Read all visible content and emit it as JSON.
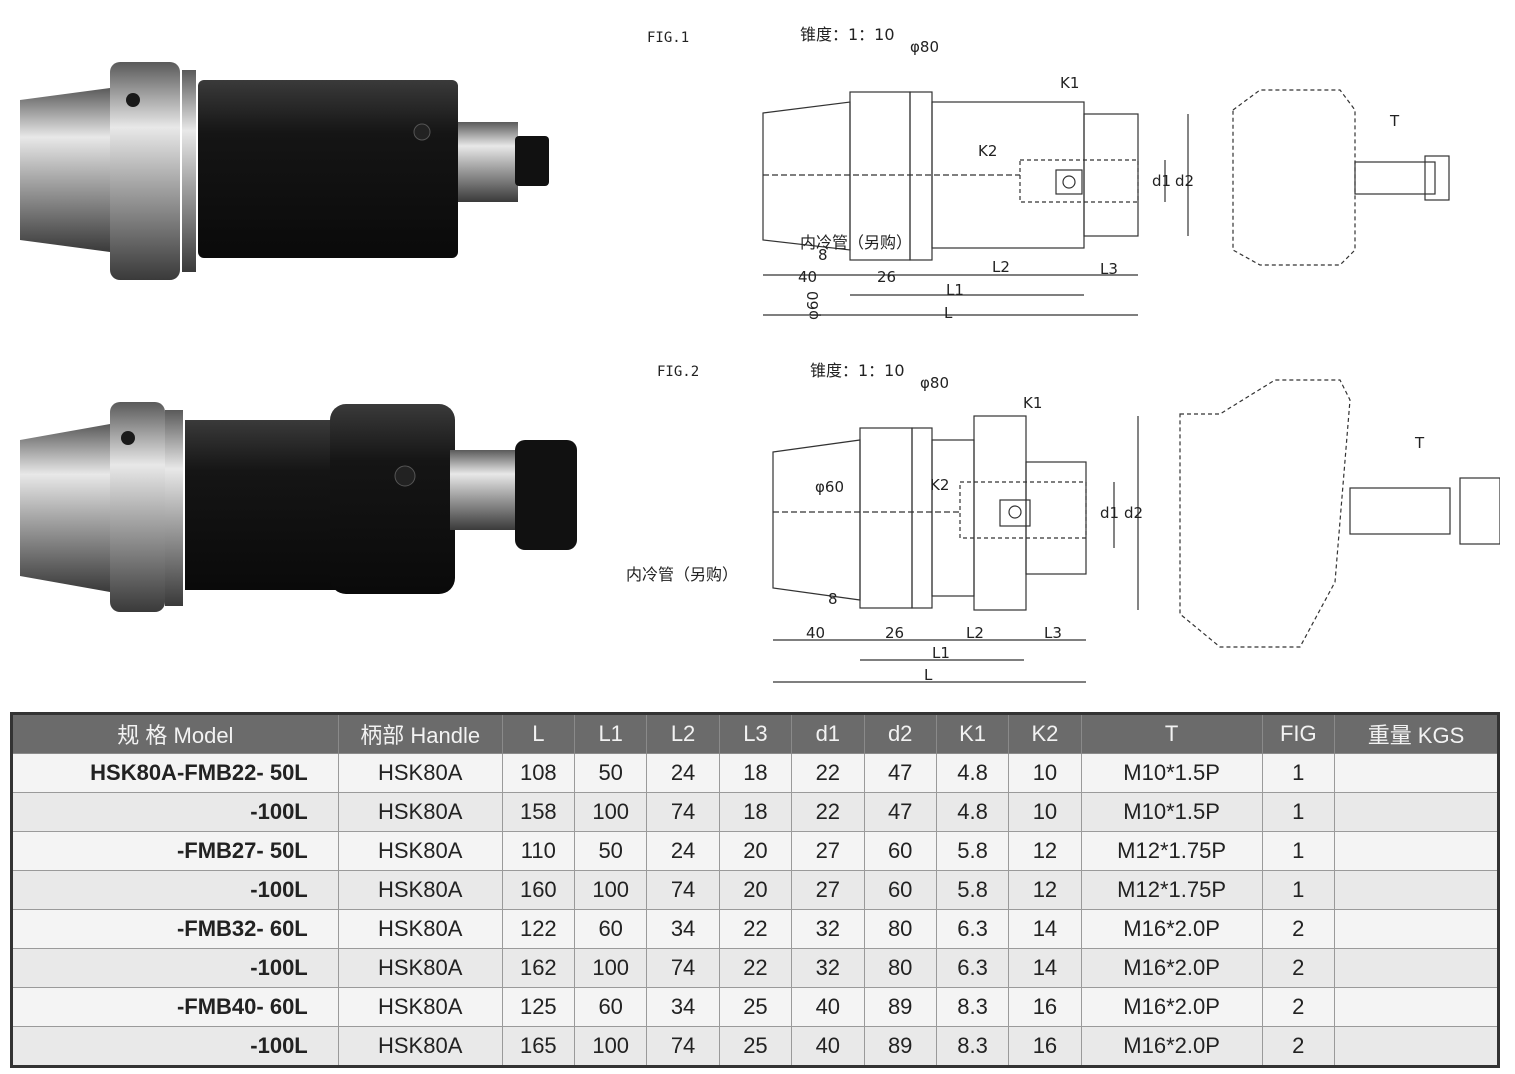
{
  "fig1": {
    "title": "FIG.1",
    "taper": "锥度：1：10",
    "phi80": "φ80",
    "phi60": "φ60",
    "coolant": "内冷管（另购）",
    "dims": {
      "n8": "8",
      "n40": "40",
      "n26": "26",
      "L": "L",
      "L1": "L1",
      "L2": "L2",
      "L3": "L3",
      "K1": "K1",
      "K2": "K2",
      "d1": "d1",
      "d2": "d2",
      "T": "T"
    }
  },
  "fig2": {
    "title": "FIG.2",
    "taper": "锥度：1：10",
    "phi80": "φ80",
    "phi60": "φ60",
    "coolant": "内冷管（另购）",
    "dims": {
      "n8": "8",
      "n40": "40",
      "n26": "26",
      "L": "L",
      "L1": "L1",
      "L2": "L2",
      "L3": "L3",
      "K1": "K1",
      "K2": "K2",
      "d1": "d1",
      "d2": "d2",
      "T": "T"
    }
  },
  "table": {
    "headers": [
      "规 格 Model",
      "柄部 Handle",
      "L",
      "L1",
      "L2",
      "L3",
      "d1",
      "d2",
      "K1",
      "K2",
      "T",
      "FIG",
      "重量 KGS"
    ],
    "rows": [
      [
        "HSK80A-FMB22- 50L",
        "HSK80A",
        "108",
        "50",
        "24",
        "18",
        "22",
        "47",
        "4.8",
        "10",
        "M10*1.5P",
        "1",
        ""
      ],
      [
        "-100L",
        "HSK80A",
        "158",
        "100",
        "74",
        "18",
        "22",
        "47",
        "4.8",
        "10",
        "M10*1.5P",
        "1",
        ""
      ],
      [
        "-FMB27- 50L",
        "HSK80A",
        "110",
        "50",
        "24",
        "20",
        "27",
        "60",
        "5.8",
        "12",
        "M12*1.75P",
        "1",
        ""
      ],
      [
        "-100L",
        "HSK80A",
        "160",
        "100",
        "74",
        "20",
        "27",
        "60",
        "5.8",
        "12",
        "M12*1.75P",
        "1",
        ""
      ],
      [
        "-FMB32- 60L",
        "HSK80A",
        "122",
        "60",
        "34",
        "22",
        "32",
        "80",
        "6.3",
        "14",
        "M16*2.0P",
        "2",
        ""
      ],
      [
        "-100L",
        "HSK80A",
        "162",
        "100",
        "74",
        "22",
        "32",
        "80",
        "6.3",
        "14",
        "M16*2.0P",
        "2",
        ""
      ],
      [
        "-FMB40- 60L",
        "HSK80A",
        "125",
        "60",
        "34",
        "25",
        "40",
        "89",
        "8.3",
        "16",
        "M16*2.0P",
        "2",
        ""
      ],
      [
        "-100L",
        "HSK80A",
        "165",
        "100",
        "74",
        "25",
        "40",
        "89",
        "8.3",
        "16",
        "M16*2.0P",
        "2",
        ""
      ]
    ]
  }
}
